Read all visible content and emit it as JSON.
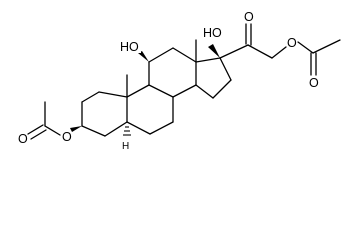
{
  "molecule": {
    "atom_labels": {
      "hydroxyl_c11": "HO",
      "hydroxyl_c17": "HO",
      "ketone_o": "O",
      "ester_o_c21": "O",
      "acetate_co_o_c21": "O",
      "ester_o_c3": "O",
      "acetate_co_o_c3": "O",
      "h_c5": "H"
    }
  }
}
